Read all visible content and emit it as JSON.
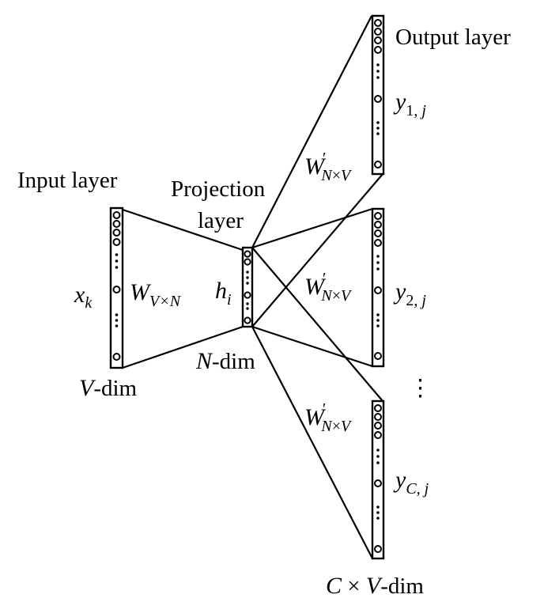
{
  "labels": {
    "input_layer": "Input layer",
    "projection_line1": "Projection",
    "projection_line2": "layer",
    "output_layer": "Output layer",
    "x_var": "x",
    "x_sub": "k",
    "h_var": "h",
    "h_sub": "i",
    "w_var": "W",
    "w_in_sub": "V×N",
    "w_out_sub_n": "N",
    "w_out_sub_times": "×",
    "w_out_sub_v": "V",
    "prime": "′",
    "y_var": "y",
    "y1_sub_num": "1",
    "y2_sub_num": "2",
    "yc_sub_c": "C",
    "y_sub_j": ", j",
    "v_dim_var": "V",
    "dim_suffix": "-dim",
    "n_dim_var": "N",
    "c_var": "C",
    "times": " × ",
    "vertical_ellipsis": "⋮"
  }
}
